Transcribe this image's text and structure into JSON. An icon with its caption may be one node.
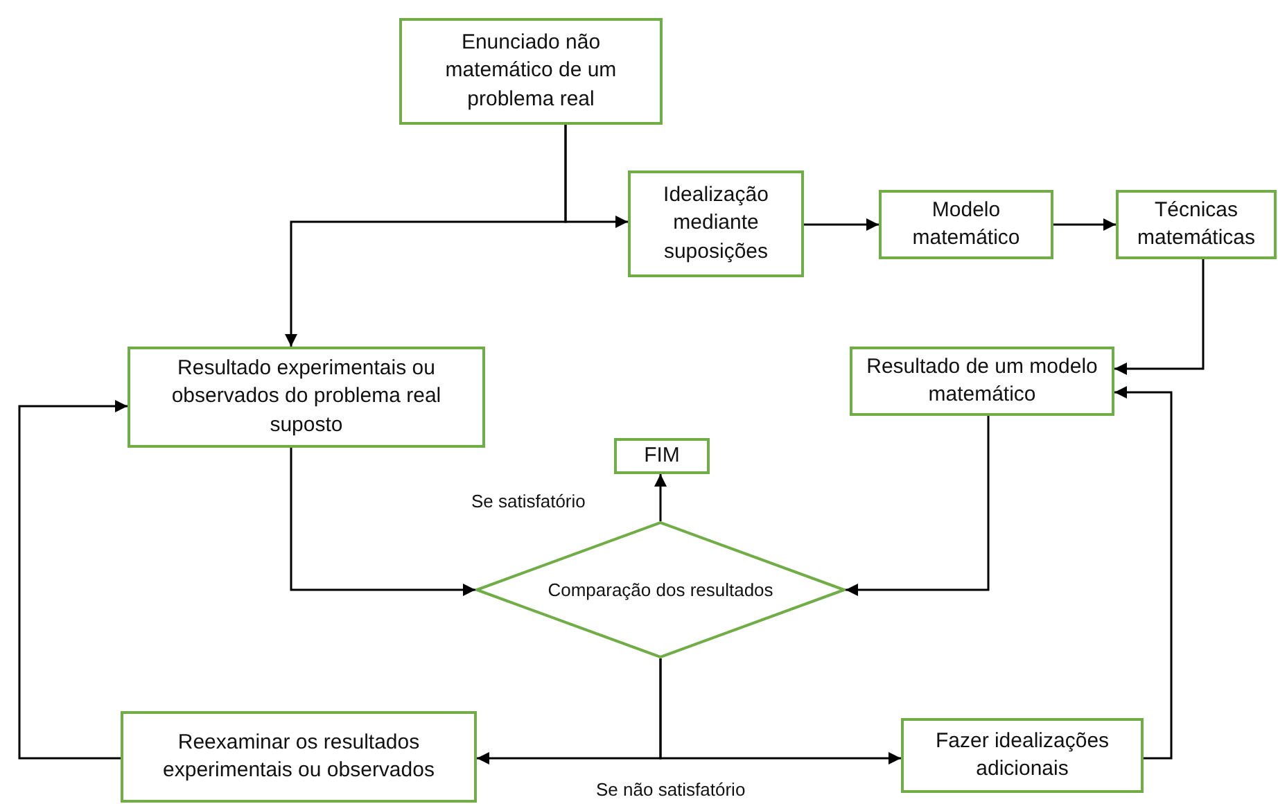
{
  "diagram": {
    "nodes": [
      {
        "text": [
          "Enunciado não matemático de um problema real"
        ]
      },
      {
        "text": [
          "Idealização mediante suposições"
        ]
      },
      {
        "text": [
          "Modelo matemático"
        ]
      },
      {
        "text": [
          "Técnicas matemáticas"
        ]
      },
      {
        "text": [
          "Resultado experimentais ou observados do problema real suposto"
        ]
      },
      {
        "text": [
          "Resultado de um modelo matemático"
        ]
      },
      {
        "text": [
          "FIM"
        ]
      },
      {
        "text": [
          "Comparação dos resultados"
        ]
      },
      {
        "text": [
          "Reexaminar os resultados experimentais ou observados"
        ]
      },
      {
        "text": [
          "Fazer idealizações adicionais"
        ]
      }
    ],
    "edges": [
      {
        "from": 0,
        "to": 1,
        "arrow": "to"
      },
      {
        "from": 0,
        "to": 4,
        "arrow": "to"
      },
      {
        "from": 1,
        "to": 2,
        "arrow": "to"
      },
      {
        "from": 2,
        "to": 3,
        "arrow": "to"
      },
      {
        "from": 3,
        "to": 5,
        "arrow": "to"
      },
      {
        "from": 4,
        "to": 7,
        "arrow": "to"
      },
      {
        "from": 5,
        "to": 7,
        "arrow": "to"
      },
      {
        "from": 7,
        "to": 6,
        "arrow": "to",
        "label": "Se satisfatório"
      },
      {
        "from": 7,
        "to": 8,
        "arrow": "to",
        "label": "Se não satisfatório"
      },
      {
        "from": 7,
        "to": 9,
        "arrow": "to"
      },
      {
        "from": 8,
        "to": 4,
        "arrow": "to"
      },
      {
        "from": 9,
        "to": 5,
        "arrow": "to"
      }
    ]
  }
}
